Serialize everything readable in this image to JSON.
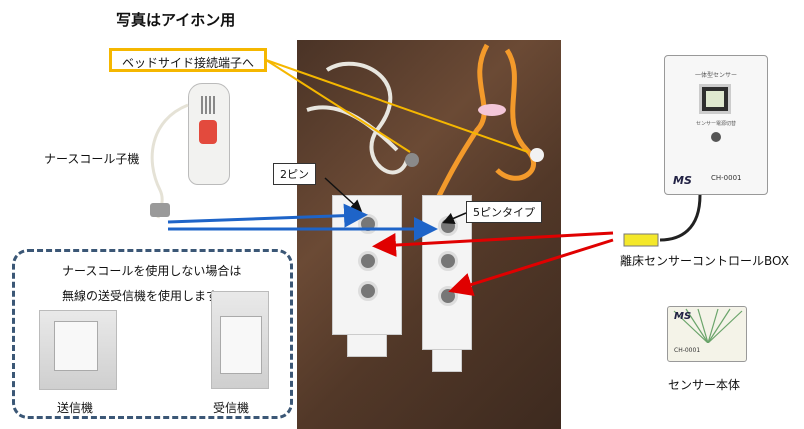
{
  "title": "写真はアイホン用",
  "bedside_callout": "ベッドサイド接続端子へ",
  "nurse_call_label": "ナースコール子機",
  "pin2_label": "2ピン",
  "pin5_label": "5ピンタイプ",
  "control_box_label": "離床センサーコントロールBOX",
  "wireless_note_line1": "ナースコールを使用しない場合は",
  "wireless_note_line2": "無線の送受信機を使用します",
  "transmitter_label": "送信機",
  "receiver_label": "受信機",
  "sensor_label": "センサー本体",
  "box_device": {
    "top_text": "一体型センサー",
    "brand": "MS",
    "model": "CH-0001",
    "small_text": "センサー電源切替"
  },
  "sensor_device": {
    "brand": "MS",
    "model": "CH-0001"
  },
  "colors": {
    "yellow_highlight": "#f5b700",
    "blue_arrow": "#1e64c8",
    "red_arrow": "#e00000",
    "dash_border": "#3b5776",
    "orange_cable": "#f39a2b"
  }
}
